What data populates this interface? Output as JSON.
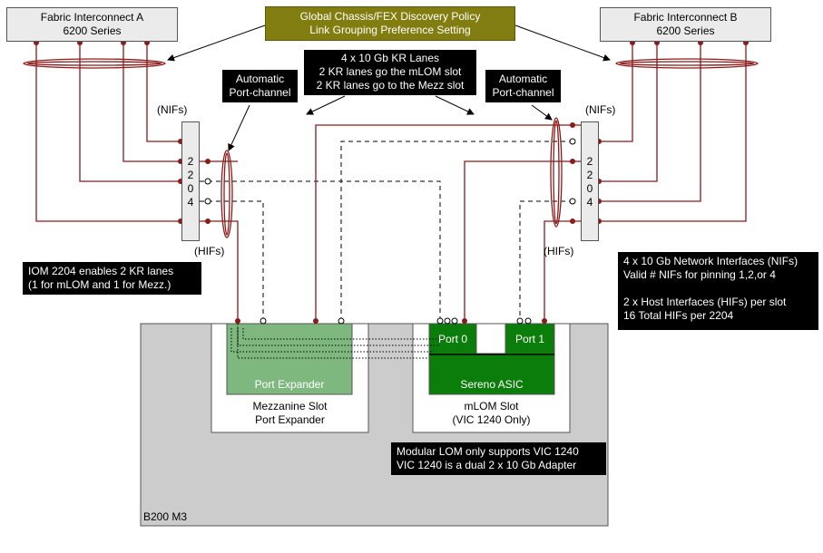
{
  "fabric_a": {
    "title": "Fabric Interconnect A",
    "subtitle": "6200 Series"
  },
  "fabric_b": {
    "title": "Fabric Interconnect B",
    "subtitle": "6200 Series"
  },
  "policy": {
    "line1": "Global Chassis/FEX Discovery Policy",
    "line2": "Link Grouping Preference Setting"
  },
  "kr_lanes": {
    "line1": "4 x 10 Gb KR Lanes",
    "line2": "2 KR lanes go the mLOM slot",
    "line3": "2 KR lanes go to the Mezz slot"
  },
  "auto_pc_left": {
    "line1": "Automatic",
    "line2": "Port-channel"
  },
  "auto_pc_right": {
    "line1": "Automatic",
    "line2": "Port-channel"
  },
  "nifs_left": "(NIFs)",
  "nifs_right": "(NIFs)",
  "hifs_left": "(HIFs)",
  "hifs_right": "(HIFs)",
  "iom_left": {
    "digits": [
      "2",
      "2",
      "0",
      "4"
    ]
  },
  "iom_right": {
    "digits": [
      "2",
      "2",
      "0",
      "4"
    ]
  },
  "iom_note": {
    "line1": "IOM 2204 enables 2 KR lanes",
    "line2": "(1 for mLOM and 1 for Mezz.)"
  },
  "nif_note": {
    "line1": "4 x 10 Gb Network Interfaces (NIFs)",
    "line2": "Valid # NIFs for pinning 1,2,or 4",
    "line3": "2 x Host Interfaces (HIFs) per  slot",
    "line4": "16 Total HIFs per 2204"
  },
  "port_expander": "Port Expander",
  "mezz_slot": {
    "line1": "Mezzanine Slot",
    "line2": "Port Expander"
  },
  "port0": "Port 0",
  "port1": "Port 1",
  "sereno": "Sereno ASIC",
  "mlom_slot": {
    "line1": "mLOM Slot",
    "line2": "(VIC 1240 Only)"
  },
  "lom_note": {
    "line1": "Modular LOM only supports VIC 1240",
    "line2": "VIC 1240 is a dual 2 x 10 Gb Adapter"
  },
  "blade": "B200 M3",
  "colors": {
    "link": "#8b1a1a",
    "olive": "#827d10",
    "port_green": "#0b7d0b",
    "expander_green": "#7fb87f",
    "blade_gray": "#cccccc"
  }
}
